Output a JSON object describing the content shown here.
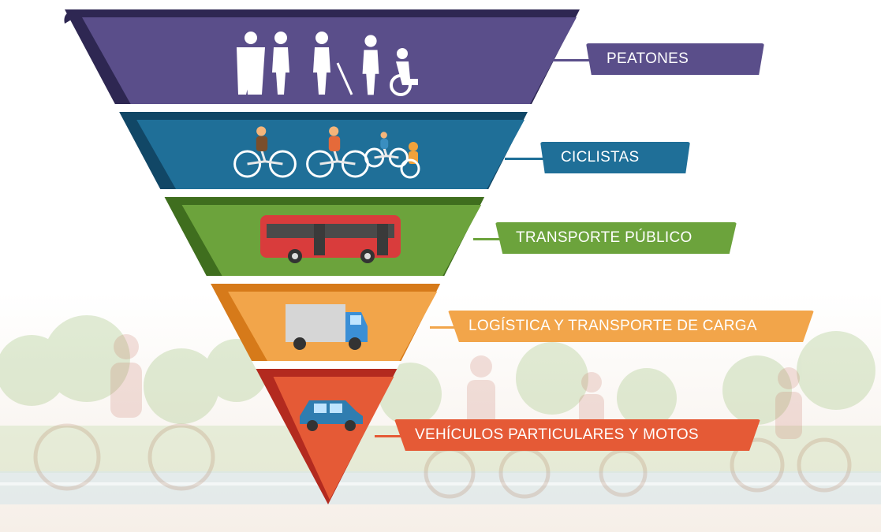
{
  "hierarchy": {
    "levels": [
      {
        "label": "PEATONES",
        "color": "#5a4e8a",
        "dark": "#2e2752",
        "icon": "pedestrians-icon"
      },
      {
        "label": "CICLISTAS",
        "color": "#1f6f98",
        "dark": "#114766",
        "icon": "cyclists-icon"
      },
      {
        "label": "TRANSPORTE PÚBLICO",
        "color": "#6ca33c",
        "dark": "#3f6e1e",
        "icon": "bus-icon"
      },
      {
        "label": "LOGÍSTICA Y TRANSPORTE DE CARGA",
        "color": "#f2a54a",
        "dark": "#d67a1a",
        "icon": "truck-icon"
      },
      {
        "label": "VEHÍCULOS PARTICULARES Y MOTOS",
        "color": "#e55a36",
        "dark": "#b32a1f",
        "icon": "car-icon"
      }
    ]
  }
}
